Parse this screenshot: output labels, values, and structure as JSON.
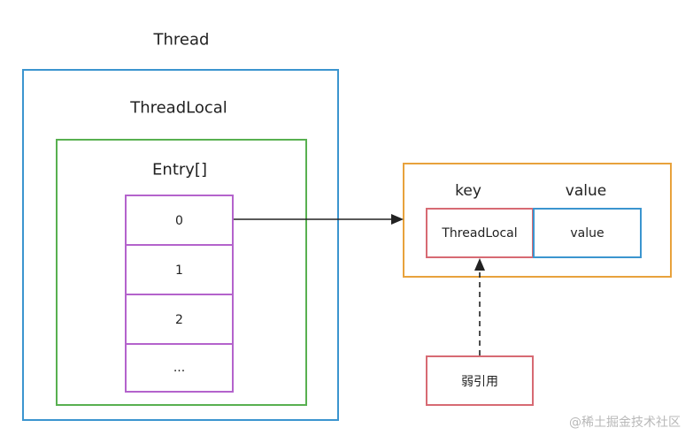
{
  "diagram": {
    "thread_label": "Thread",
    "threadlocal_label": "ThreadLocal",
    "entry_array_label": "Entry[]",
    "entries": [
      "0",
      "1",
      "2",
      "..."
    ],
    "entry_map": {
      "key_header": "key",
      "value_header": "value",
      "key_cell": "ThreadLocal",
      "value_cell": "value"
    },
    "weak_reference_label": "弱引用",
    "colors": {
      "thread": "#3b95cf",
      "threadlocal": "#58b050",
      "entry": "#b463cc",
      "map": "#e8a23c",
      "key": "#d76a73",
      "value": "#3b95cf",
      "arrow": "#222222"
    }
  },
  "watermark": "@稀土掘金技术社区"
}
